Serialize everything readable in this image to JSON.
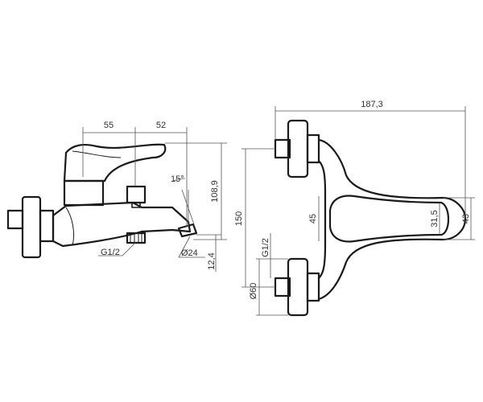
{
  "dimensions": {
    "width_left": "55",
    "width_right": "52",
    "angle": "15°",
    "height_total": "108,9",
    "thread": "G1/2",
    "outlet_diameter": "Ø24",
    "outlet_height": "12,4",
    "overall_length": "187,3",
    "centre_distance": "150",
    "thread_top": "G1/2",
    "flange_diameter": "Ø60",
    "lever_width": "45",
    "lever_tip": "31,5",
    "body_height": "43"
  },
  "colors": {
    "line": "#1a1a1a",
    "dimension": "#555555",
    "background": "#ffffff"
  }
}
